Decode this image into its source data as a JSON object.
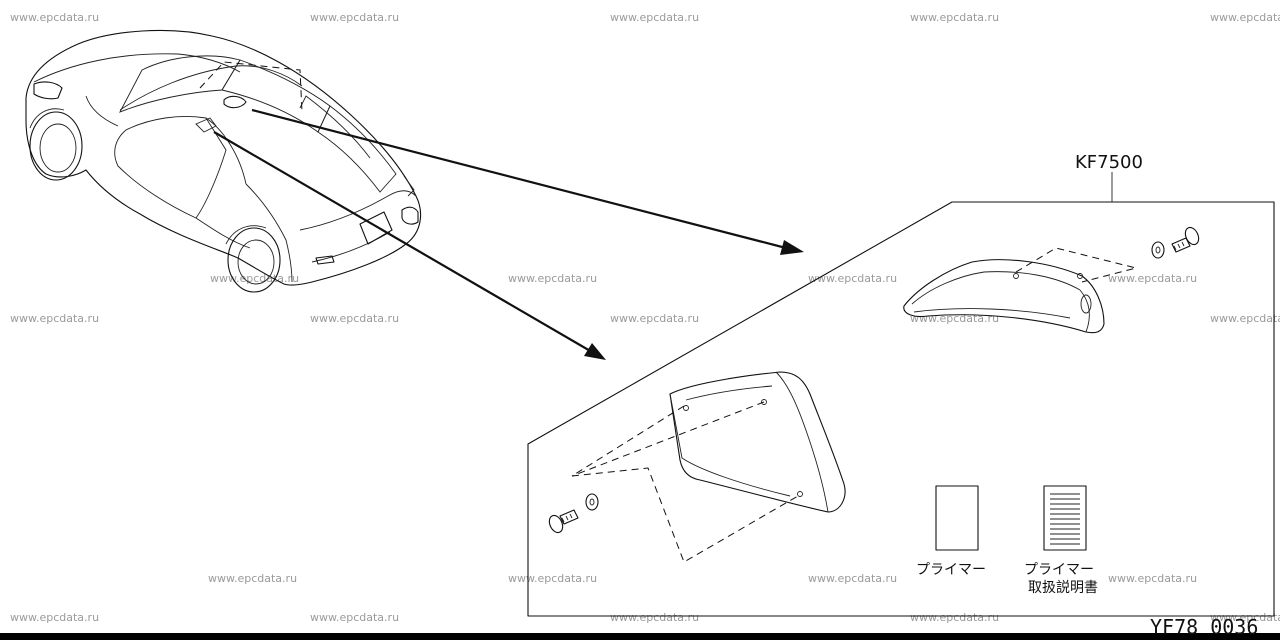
{
  "watermark": "www.epcdata.ru",
  "part_number": "KF7500",
  "primer_label": "プライマー",
  "manual_label_line1": "プライマー",
  "manual_label_line2": "取扱説明書",
  "diagram_code": "YF78 0036"
}
